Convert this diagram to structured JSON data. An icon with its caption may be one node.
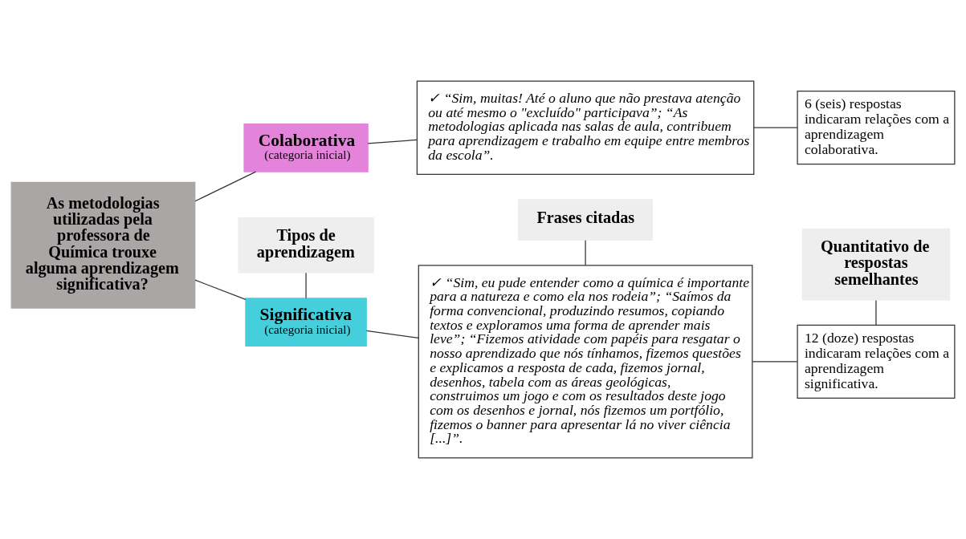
{
  "diagram": {
    "nodes": [
      {
        "text": [
          "As metodologias utilizadas pela professora de Química trouxe alguma aprendizagem significativa?"
        ]
      },
      {
        "text": [
          "Tipos de aprendizagem"
        ]
      },
      {
        "text": [
          "Frases citadas"
        ]
      },
      {
        "text": [
          "Quantitativo de respostas semelhantes"
        ]
      },
      {
        "text": [
          "Significativa",
          "(categoria inicial)"
        ]
      },
      {
        "text": [
          "✓ “Sim, eu pude entender como a química é importante para a natureza e como ela nos rodeia”; “Saímos da forma convencional, produzindo resumos, copiando textos e exploramos uma forma de aprender mais leve”; “Fizemos atividade com papéis para resgatar o nosso aprendizado que nós tínhamos, fizemos questões e explicamos a resposta de cada, fizemos jornal, desenhos, tabela com as áreas geológicas, construimos um jogo e com os resultados deste jogo com os desenhos e jornal, nós fizemos um portfólio, fizemos o banner para apresentar lá no viver ciência [...]”."
        ]
      },
      {
        "text": [
          "12 (doze) respostas indicaram relações com a aprendizagem significativa."
        ]
      },
      {
        "text": [
          "Colaborativa",
          "(categoria inicial)"
        ]
      },
      {
        "text": [
          "✓ “Sim, muitas! Até o aluno que não prestava atenção ou até mesmo o \"excluído\" participava”; “As metodologias aplicada nas salas de aula, contribuem para aprendizagem e trabalho em equipe entre membros da escola”."
        ]
      },
      {
        "text": [
          "6 (seis) respostas indicaram relações com a aprendizagem colaborativa."
        ]
      }
    ],
    "edges": [
      {
        "from": 0,
        "to": 4,
        "arrow": "none"
      },
      {
        "from": 0,
        "to": 7,
        "arrow": "none"
      },
      {
        "from": 1,
        "to": 4,
        "arrow": "none"
      },
      {
        "from": 2,
        "to": 5,
        "arrow": "none"
      },
      {
        "from": 3,
        "to": 6,
        "arrow": "none"
      },
      {
        "from": 4,
        "to": 5,
        "arrow": "none"
      },
      {
        "from": 5,
        "to": 6,
        "arrow": "none"
      },
      {
        "from": 7,
        "to": 8,
        "arrow": "none"
      },
      {
        "from": 8,
        "to": 9,
        "arrow": "none"
      }
    ]
  }
}
